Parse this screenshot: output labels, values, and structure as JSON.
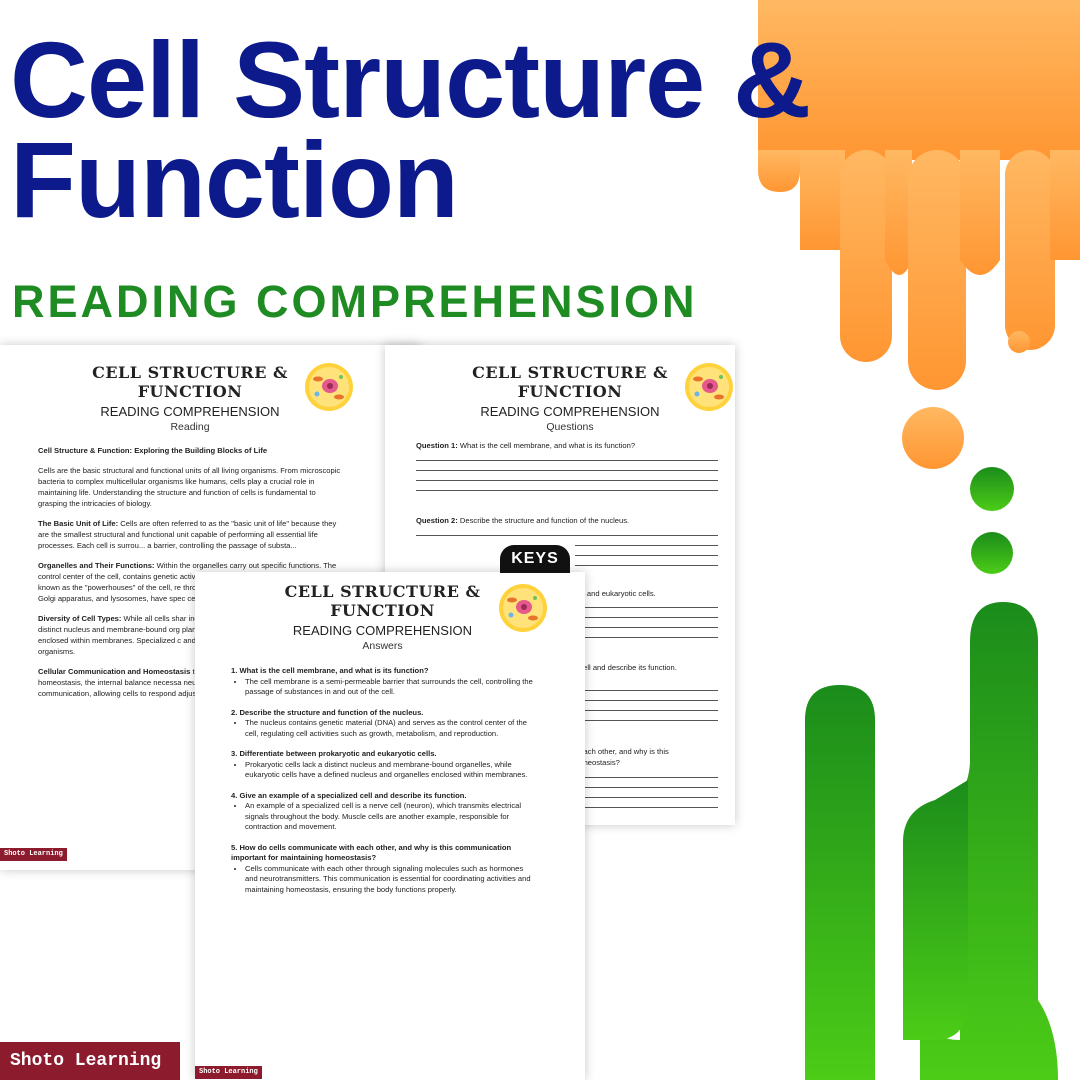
{
  "colors": {
    "title": "#0c1a8c",
    "subtitle": "#1f8c23",
    "orange": "#ff9d3a",
    "green": "#3fb71a",
    "brand_bg": "#8c1b2d",
    "keys_bg": "#111111"
  },
  "header": {
    "title_line1": "Cell Structure &",
    "title_line2": "Function",
    "subtitle": "READING COMPREHENSION"
  },
  "pages": {
    "reading": {
      "heading": "CELL STRUCTURE & FUNCTION",
      "subheading": "READING COMPREHENSION",
      "label": "Reading",
      "article_title": "Cell Structure & Function: Exploring the Building Blocks of Life",
      "intro": "Cells are the basic structural and functional units of all living organisms. From microscopic bacteria to complex multicellular organisms like humans, cells play a crucial role in maintaining life. Understanding the structure and function of cells is fundamental to grasping the intricacies of biology.",
      "s1_head": "The Basic Unit of Life:",
      "s1_body": " Cells are often referred to as the \"basic unit of life\" because they are the smallest structural and functional unit capable of performing all essential life processes. Each cell is surrou... a barrier, controlling the passage of substa...",
      "s2_head": "Organelles and Their Functions:",
      "s2_body": " Within the organelles carry out specific functions. The control center of the cell, contains genetic activities such as growth, metabolism, and known as the \"powerhouses\" of the cell, re through cellular respiration. Other organel Golgi apparatus, and lysosomes, have spec cellular transport, and waste removal, resp",
      "s3_head": "Diversity of Cell Types:",
      "s3_body": " While all cells shar incredible diversity among cell types. Prok distinct nucleus and membrane-bound org plants, animals, fungi, and protists, have a enclosed within membranes. Specialized c and epithelial cells, are adapted to perforn organisms.",
      "s4_head": "Cellular Communication and Homeostasis",
      "s4_body": " through complex signaling pathways to co homeostasis, the internal balance necessa neurotransmitters, and other signaling mo communication, allowing cells to respond adjust their activities accordingly.",
      "brand": "Shoto Learning"
    },
    "questions": {
      "heading": "CELL STRUCTURE & FUNCTION",
      "subheading": "READING COMPREHENSION",
      "label": "Questions",
      "q1_prefix": "Question 1:",
      "q1_text": " What is the cell membrane, and what is its function?",
      "q2_prefix": "Question 2:",
      "q2_text": " Describe the structure and function of the nucleus.",
      "q3_fragment": "otic and eukaryotic cells.",
      "q4_fragment": "d cell and describe its function.",
      "q5_fragment_a": "h each other, and why is this",
      "q5_fragment_b": "homeostasis?"
    },
    "answers": {
      "badge": "KEYS",
      "heading": "CELL STRUCTURE & FUNCTION",
      "subheading": "READING COMPREHENSION",
      "label": "Answers",
      "items": [
        {
          "q": "1. What is the cell membrane, and what is its function?",
          "a": "The cell membrane is a semi-permeable barrier that surrounds the cell, controlling the passage of substances in and out of the cell."
        },
        {
          "q": "2. Describe the structure and function of the nucleus.",
          "a": "The nucleus contains genetic material (DNA) and serves as the control center of the cell, regulating cell activities such as growth, metabolism, and reproduction."
        },
        {
          "q": "3. Differentiate between prokaryotic and eukaryotic cells.",
          "a": "Prokaryotic cells lack a distinct nucleus and membrane-bound organelles, while eukaryotic cells have a defined nucleus and organelles enclosed within membranes."
        },
        {
          "q": "4. Give an example of a specialized cell and describe its function.",
          "a": "An example of a specialized cell is a nerve cell (neuron), which transmits electrical signals throughout the body. Muscle cells are another example, responsible for contraction and movement."
        },
        {
          "q": "5. How do cells communicate with each other, and why is this communication important for maintaining homeostasis?",
          "a": "Cells communicate with each other through signaling molecules such as hormones and neurotransmitters. This communication is essential for coordinating activities and maintaining homeostasis, ensuring the body functions properly."
        }
      ],
      "brand": "Shoto Learning"
    }
  },
  "brand_main": "Shoto Learning"
}
